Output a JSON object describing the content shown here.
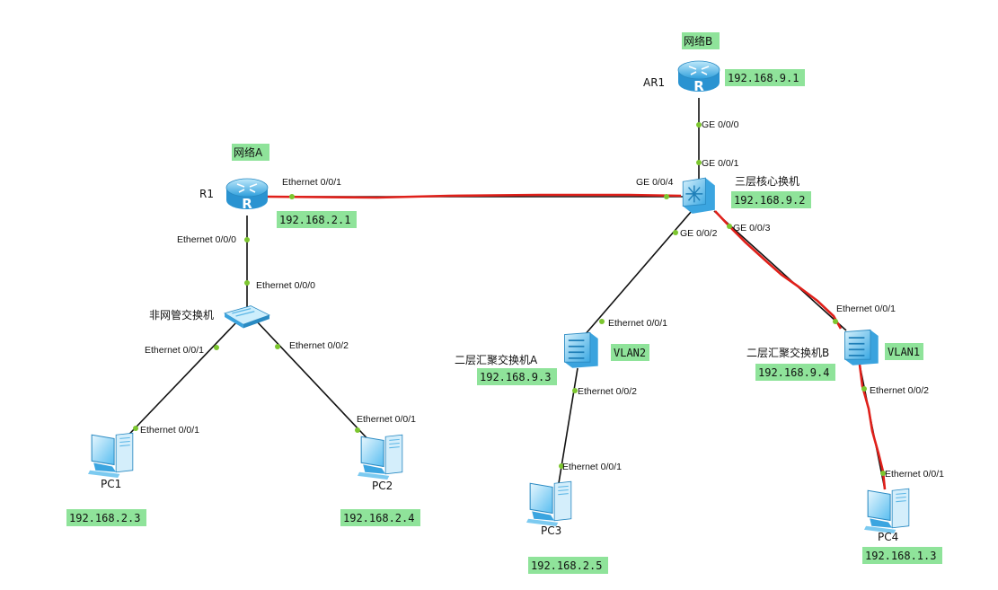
{
  "colors": {
    "tag_background": "#8fe39a",
    "device_blue": "#3fb1ea",
    "highlight_link": "#e0201a",
    "port_dot": "#7cc62f"
  },
  "networks": {
    "a": "网络A",
    "b": "网络B"
  },
  "devices": {
    "ar1": {
      "name": "AR1",
      "ip": "192.168.9.1",
      "icon": "router-icon"
    },
    "r1": {
      "name": "R1",
      "ip": "192.168.2.1",
      "icon": "router-icon"
    },
    "core": {
      "name": "三层核心换机",
      "ip": "192.168.9.2",
      "icon": "l3-switch-icon"
    },
    "hub": {
      "name": "非网管交换机",
      "icon": "hub-switch-icon"
    },
    "swa": {
      "name": "二层汇聚交换机A",
      "ip": "192.168.9.3",
      "vlan": "VLAN2",
      "icon": "l2-switch-icon"
    },
    "swb": {
      "name": "二层汇聚交换机B",
      "ip": "192.168.9.4",
      "vlan": "VLAN1",
      "icon": "l2-switch-icon"
    },
    "pc1": {
      "name": "PC1",
      "ip": "192.168.2.3",
      "icon": "pc-icon"
    },
    "pc2": {
      "name": "PC2",
      "ip": "192.168.2.4",
      "icon": "pc-icon"
    },
    "pc3": {
      "name": "PC3",
      "ip": "192.168.2.5",
      "icon": "pc-icon"
    },
    "pc4": {
      "name": "PC4",
      "ip": "192.168.1.3",
      "icon": "pc-icon"
    }
  },
  "ports": {
    "ar1_ge000": "GE 0/0/0",
    "core_ge001": "GE 0/0/1",
    "r1_eth001": "Ethernet 0/0/1",
    "core_ge004": "GE 0/0/4",
    "r1_eth000": "Ethernet 0/0/0",
    "hub_eth000": "Ethernet 0/0/0",
    "hub_eth001": "Ethernet 0/0/1",
    "hub_eth002": "Ethernet 0/0/2",
    "pc1_eth001": "Ethernet 0/0/1",
    "pc2_eth001": "Ethernet 0/0/1",
    "core_ge002": "GE 0/0/2",
    "core_ge003": "GE 0/0/3",
    "swa_eth001": "Ethernet 0/0/1",
    "swa_eth002": "Ethernet 0/0/2",
    "pc3_eth001": "Ethernet 0/0/1",
    "swb_eth001": "Ethernet 0/0/1",
    "swb_eth002": "Ethernet 0/0/2",
    "pc4_eth001": "Ethernet 0/0/1"
  }
}
